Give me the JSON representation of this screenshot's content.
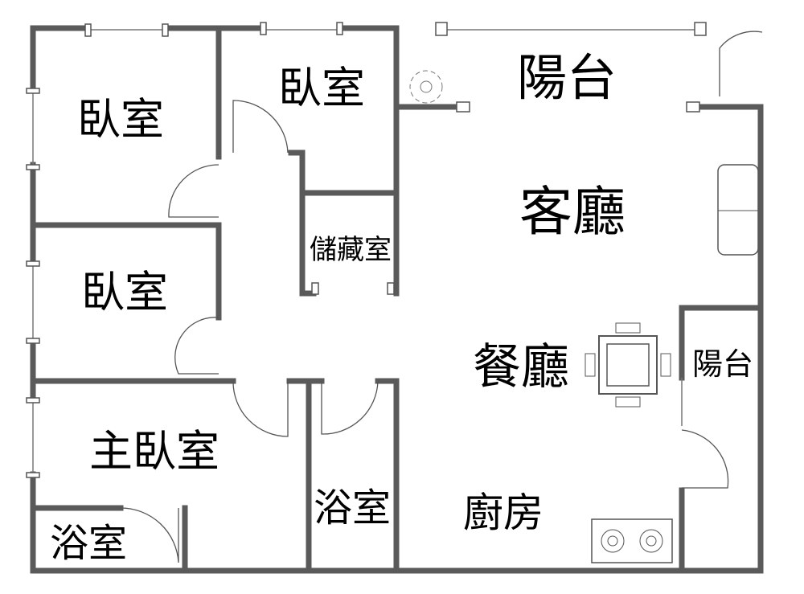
{
  "plan": {
    "rooms": {
      "bedroom_1": "臥室",
      "bedroom_2": "臥室",
      "bedroom_3": "臥室",
      "storage": "儲藏室",
      "master_bedroom": "主臥室",
      "master_bath": "浴室",
      "bathroom": "浴室",
      "balcony_main": "陽台",
      "living_room": "客廳",
      "dining_room": "餐廳",
      "balcony_side": "陽台",
      "kitchen": "廚房"
    },
    "colors": {
      "wall": "#5a5a5a",
      "background": "#ffffff"
    }
  }
}
